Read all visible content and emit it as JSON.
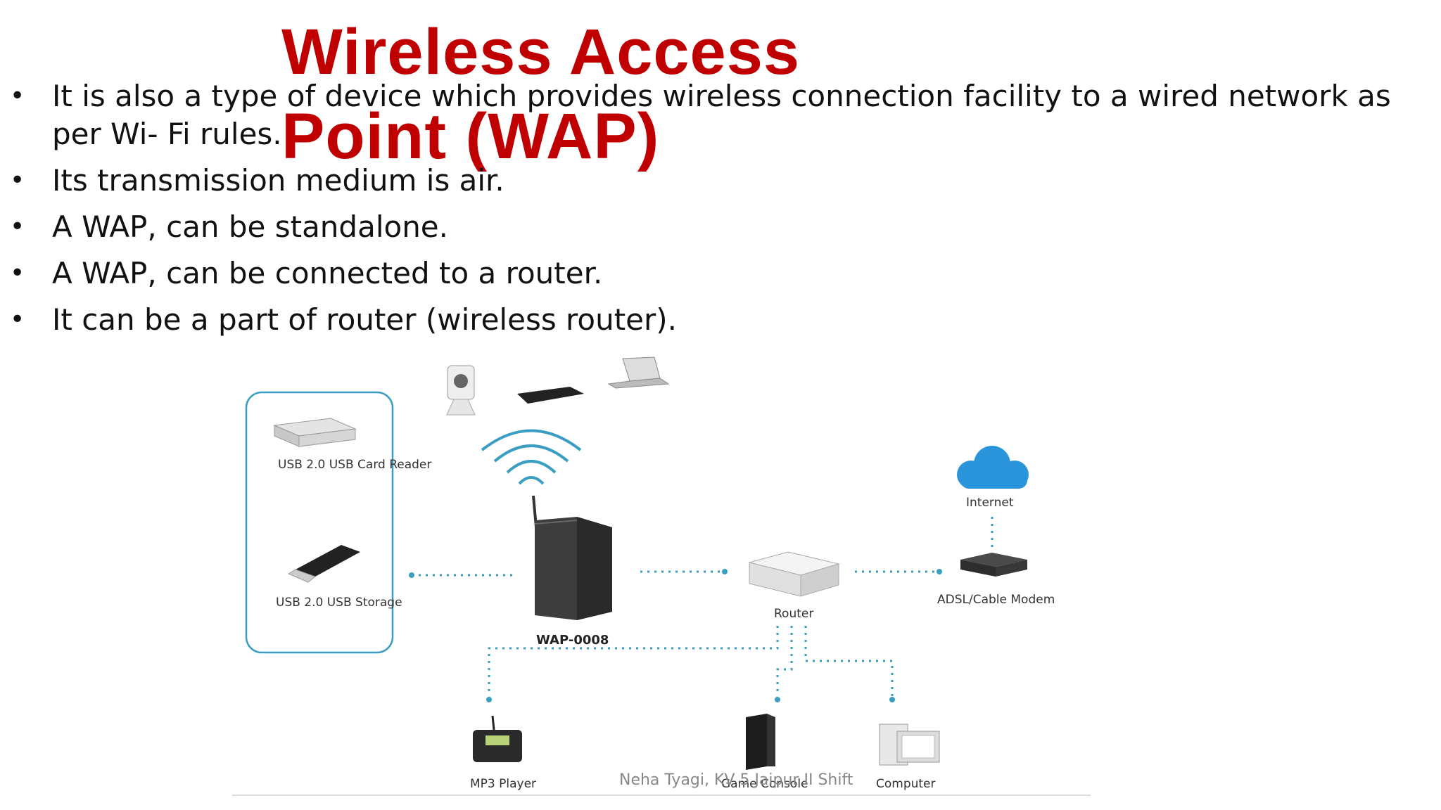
{
  "slide": {
    "title": "Wireless Access Point (WAP)",
    "bullets": [
      "It is also a type of device which provides wireless connection facility to a wired network as per Wi-  Fi rules.",
      "Its transmission medium is air.",
      " A WAP, can be standalone.",
      "A WAP, can be connected to a router.",
      "It can be a part of router (wireless router)."
    ],
    "footer": "Neha Tyagi, KV 5 Jaipur II Shift"
  },
  "diagram": {
    "usb_card_reader": "USB 2.0 USB Card Reader",
    "usb_storage": "USB 2.0 USB Storage",
    "wap": "WAP-0008",
    "router": "Router",
    "internet": "Internet",
    "modem": "ADSL/Cable Modem",
    "mp3": "MP3 Player",
    "game_console": "Game Console",
    "computer": "Computer"
  },
  "colors": {
    "title": "#c00000",
    "accent": "#3a9ec2"
  }
}
